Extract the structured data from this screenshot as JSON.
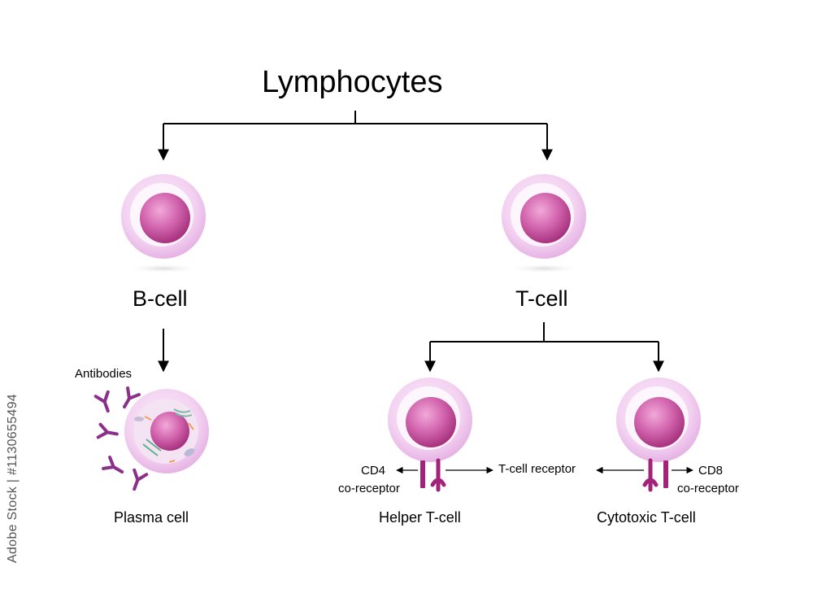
{
  "title": "Lymphocytes",
  "nodes": {
    "b_cell": "B-cell",
    "t_cell": "T-cell",
    "plasma_cell": "Plasma cell",
    "helper_t_cell": "Helper T-cell",
    "cytotoxic_t_cell": "Cytotoxic T-cell"
  },
  "annotations": {
    "antibodies": "Antibodies",
    "cd4": "CD4",
    "cd4_sub": "co-receptor",
    "tcell_receptor": "T-cell receptor",
    "cd8": "CD8",
    "cd8_sub": "co-receptor"
  },
  "watermark": "Adobe Stock | #1130655494",
  "colors": {
    "cell_outer": "#f0c8ee",
    "cell_inner_ring": "#ffffff",
    "nucleus": "#c7509b",
    "antibody": "#8a2f8a",
    "receptor": "#a3237b",
    "line": "#000000"
  }
}
